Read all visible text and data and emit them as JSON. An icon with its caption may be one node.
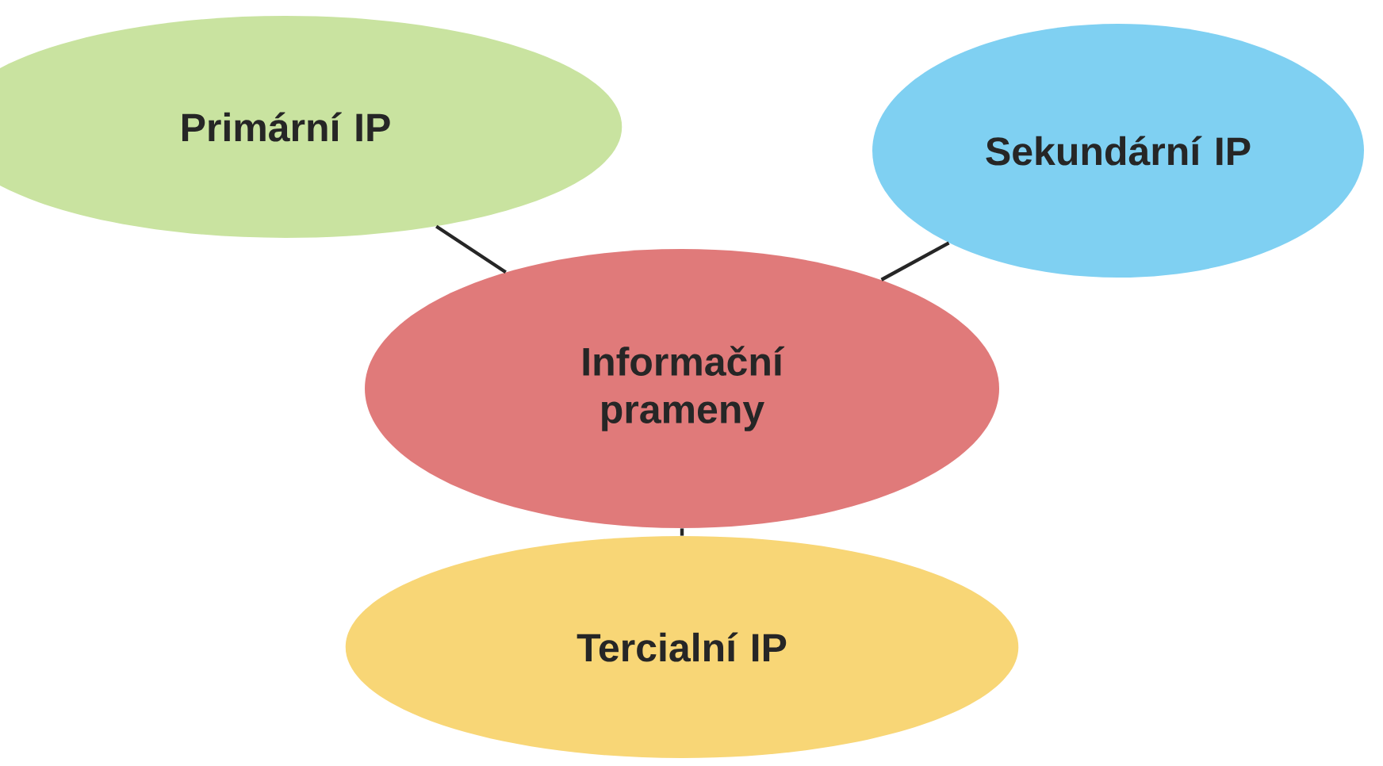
{
  "diagram": {
    "nodes": [
      {
        "text": [
          "Primární IP"
        ]
      },
      {
        "text": [
          "Sekundární IP"
        ]
      },
      {
        "text": [
          "Informační prameny"
        ]
      },
      {
        "text": [
          "Tercialní IP"
        ]
      }
    ],
    "edges": [
      {
        "from": 2,
        "to": 0,
        "arrow": "none"
      },
      {
        "from": 2,
        "to": 1,
        "arrow": "none"
      },
      {
        "from": 2,
        "to": 3,
        "arrow": "none"
      }
    ]
  }
}
